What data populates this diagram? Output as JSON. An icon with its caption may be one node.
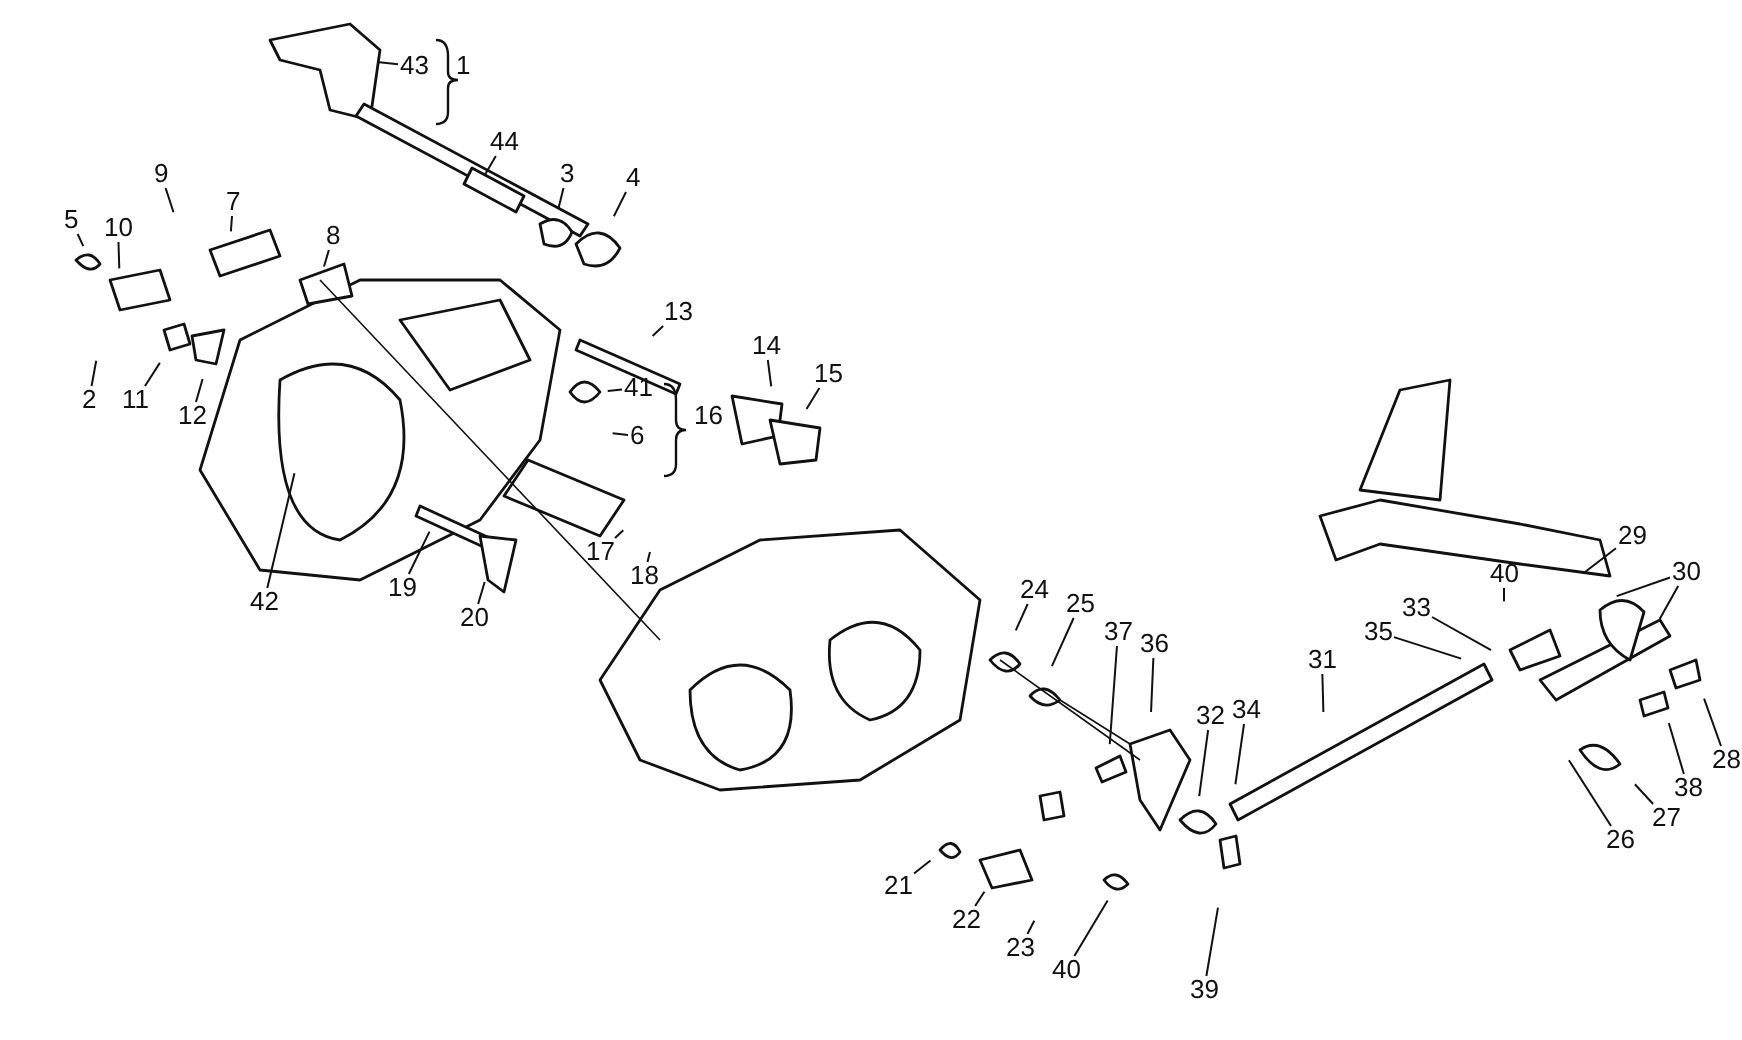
{
  "diagram": {
    "nodes": [
      {
        "text": [
          "43"
        ]
      },
      {
        "text": [
          "44"
        ]
      },
      {
        "text": [
          "3"
        ]
      },
      {
        "text": [
          "4"
        ]
      },
      {
        "text": [
          "5"
        ]
      },
      {
        "text": [
          "10"
        ]
      },
      {
        "text": [
          "9"
        ]
      },
      {
        "text": [
          "7"
        ]
      },
      {
        "text": [
          "8"
        ]
      },
      {
        "text": [
          "2"
        ]
      },
      {
        "text": [
          "11"
        ]
      },
      {
        "text": [
          "12"
        ]
      },
      {
        "text": [
          "13"
        ]
      },
      {
        "text": [
          "14"
        ]
      },
      {
        "text": [
          "15"
        ]
      },
      {
        "text": [
          "41"
        ]
      },
      {
        "text": [
          "6"
        ]
      },
      {
        "text": [
          "17"
        ]
      },
      {
        "text": [
          "18"
        ]
      },
      {
        "text": [
          "19"
        ]
      },
      {
        "text": [
          "20"
        ]
      },
      {
        "text": [
          "42"
        ]
      },
      {
        "text": [
          "24"
        ]
      },
      {
        "text": [
          "25"
        ]
      },
      {
        "text": [
          "37"
        ]
      },
      {
        "text": [
          "36"
        ]
      },
      {
        "text": [
          "32"
        ]
      },
      {
        "text": [
          "34"
        ]
      },
      {
        "text": [
          "31"
        ]
      },
      {
        "text": [
          "35"
        ]
      },
      {
        "text": [
          "33"
        ]
      },
      {
        "text": [
          "40"
        ]
      },
      {
        "text": [
          "29"
        ]
      },
      {
        "text": [
          "30"
        ]
      },
      {
        "text": [
          "28"
        ]
      },
      {
        "text": [
          "38"
        ]
      },
      {
        "text": [
          "27"
        ]
      },
      {
        "text": [
          "26"
        ]
      },
      {
        "text": [
          "21"
        ]
      },
      {
        "text": [
          "22"
        ]
      },
      {
        "text": [
          "23"
        ]
      },
      {
        "text": [
          "40"
        ]
      },
      {
        "text": [
          "39"
        ]
      }
    ],
    "edges": [
      {
        "from": 0,
        "to": null,
        "arrow": "none"
      },
      {
        "from": 1,
        "to": null,
        "arrow": "none"
      },
      {
        "from": 2,
        "to": null,
        "arrow": "none"
      },
      {
        "from": 3,
        "to": null,
        "arrow": "none"
      },
      {
        "from": 4,
        "to": null,
        "arrow": "none"
      },
      {
        "from": 5,
        "to": null,
        "arrow": "none"
      },
      {
        "from": 6,
        "to": null,
        "arrow": "none"
      },
      {
        "from": 7,
        "to": null,
        "arrow": "none"
      },
      {
        "from": 8,
        "to": null,
        "arrow": "none"
      },
      {
        "from": 9,
        "to": null,
        "arrow": "none"
      },
      {
        "from": 10,
        "to": null,
        "arrow": "none"
      },
      {
        "from": 11,
        "to": null,
        "arrow": "none"
      },
      {
        "from": 12,
        "to": null,
        "arrow": "none"
      },
      {
        "from": 13,
        "to": null,
        "arrow": "none"
      },
      {
        "from": 14,
        "to": null,
        "arrow": "none"
      },
      {
        "from": 15,
        "to": null,
        "arrow": "none"
      },
      {
        "from": 16,
        "to": null,
        "arrow": "none"
      },
      {
        "from": 17,
        "to": null,
        "arrow": "none"
      },
      {
        "from": 18,
        "to": null,
        "arrow": "none"
      },
      {
        "from": 19,
        "to": null,
        "arrow": "none"
      },
      {
        "from": 20,
        "to": null,
        "arrow": "none"
      },
      {
        "from": 21,
        "to": null,
        "arrow": "none"
      },
      {
        "from": 22,
        "to": null,
        "arrow": "none"
      },
      {
        "from": 23,
        "to": null,
        "arrow": "none"
      },
      {
        "from": 24,
        "to": null,
        "arrow": "none"
      },
      {
        "from": 25,
        "to": null,
        "arrow": "none"
      },
      {
        "from": 26,
        "to": null,
        "arrow": "none"
      },
      {
        "from": 27,
        "to": null,
        "arrow": "none"
      },
      {
        "from": 28,
        "to": null,
        "arrow": "none"
      },
      {
        "from": 29,
        "to": null,
        "arrow": "none"
      },
      {
        "from": 30,
        "to": null,
        "arrow": "none"
      },
      {
        "from": 31,
        "to": null,
        "arrow": "none"
      },
      {
        "from": 32,
        "to": null,
        "arrow": "none"
      },
      {
        "from": 33,
        "to": null,
        "arrow": "none"
      },
      {
        "from": 33,
        "to": null,
        "arrow": "none"
      },
      {
        "from": 34,
        "to": null,
        "arrow": "none"
      },
      {
        "from": 35,
        "to": null,
        "arrow": "none"
      },
      {
        "from": 36,
        "to": null,
        "arrow": "none"
      },
      {
        "from": 37,
        "to": null,
        "arrow": "none"
      },
      {
        "from": 38,
        "to": null,
        "arrow": "none"
      },
      {
        "from": 39,
        "to": null,
        "arrow": "none"
      },
      {
        "from": 40,
        "to": null,
        "arrow": "none"
      },
      {
        "from": 41,
        "to": null,
        "arrow": "none"
      },
      {
        "from": 42,
        "to": null,
        "arrow": "none"
      }
    ],
    "labels": [
      "1",
      "16"
    ]
  }
}
